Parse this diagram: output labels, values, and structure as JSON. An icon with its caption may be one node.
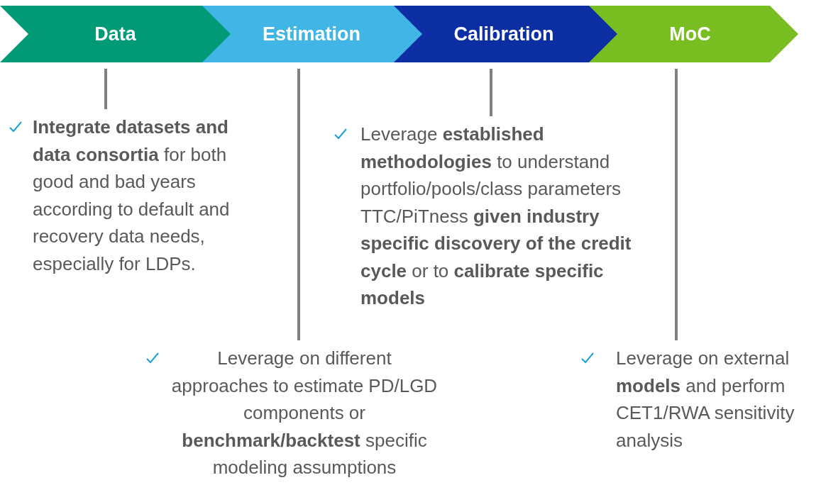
{
  "diagram": {
    "nodes": [
      {
        "text": [
          "Data"
        ]
      },
      {
        "text": [
          "Estimation"
        ]
      },
      {
        "text": [
          "Calibration"
        ]
      },
      {
        "text": [
          "MoC"
        ]
      },
      {
        "text": [
          "**Integrate datasets and data consortia** for both good and bad years according to default and recovery data needs, especially for LDPs."
        ]
      },
      {
        "text": [
          "Leverage on different approaches to estimate PD/LGD components or **benchmark/backtest** specific modeling assumptions"
        ]
      },
      {
        "text": [
          "Leverage **established methodologies** to  understand portfolio/pools/class parameters TTC/PiTness **given industry specific discovery of the credit cycle** or to **calibrate specific models**"
        ]
      },
      {
        "text": [
          "Leverage on external **models** and perform CET1/RWA sensitivity analysis"
        ]
      }
    ],
    "edges": [
      {
        "from": 0,
        "to": 4,
        "arrow": "none"
      },
      {
        "from": 1,
        "to": 5,
        "arrow": "none"
      },
      {
        "from": 2,
        "to": 6,
        "arrow": "none"
      },
      {
        "from": 3,
        "to": 7,
        "arrow": "none"
      }
    ]
  }
}
